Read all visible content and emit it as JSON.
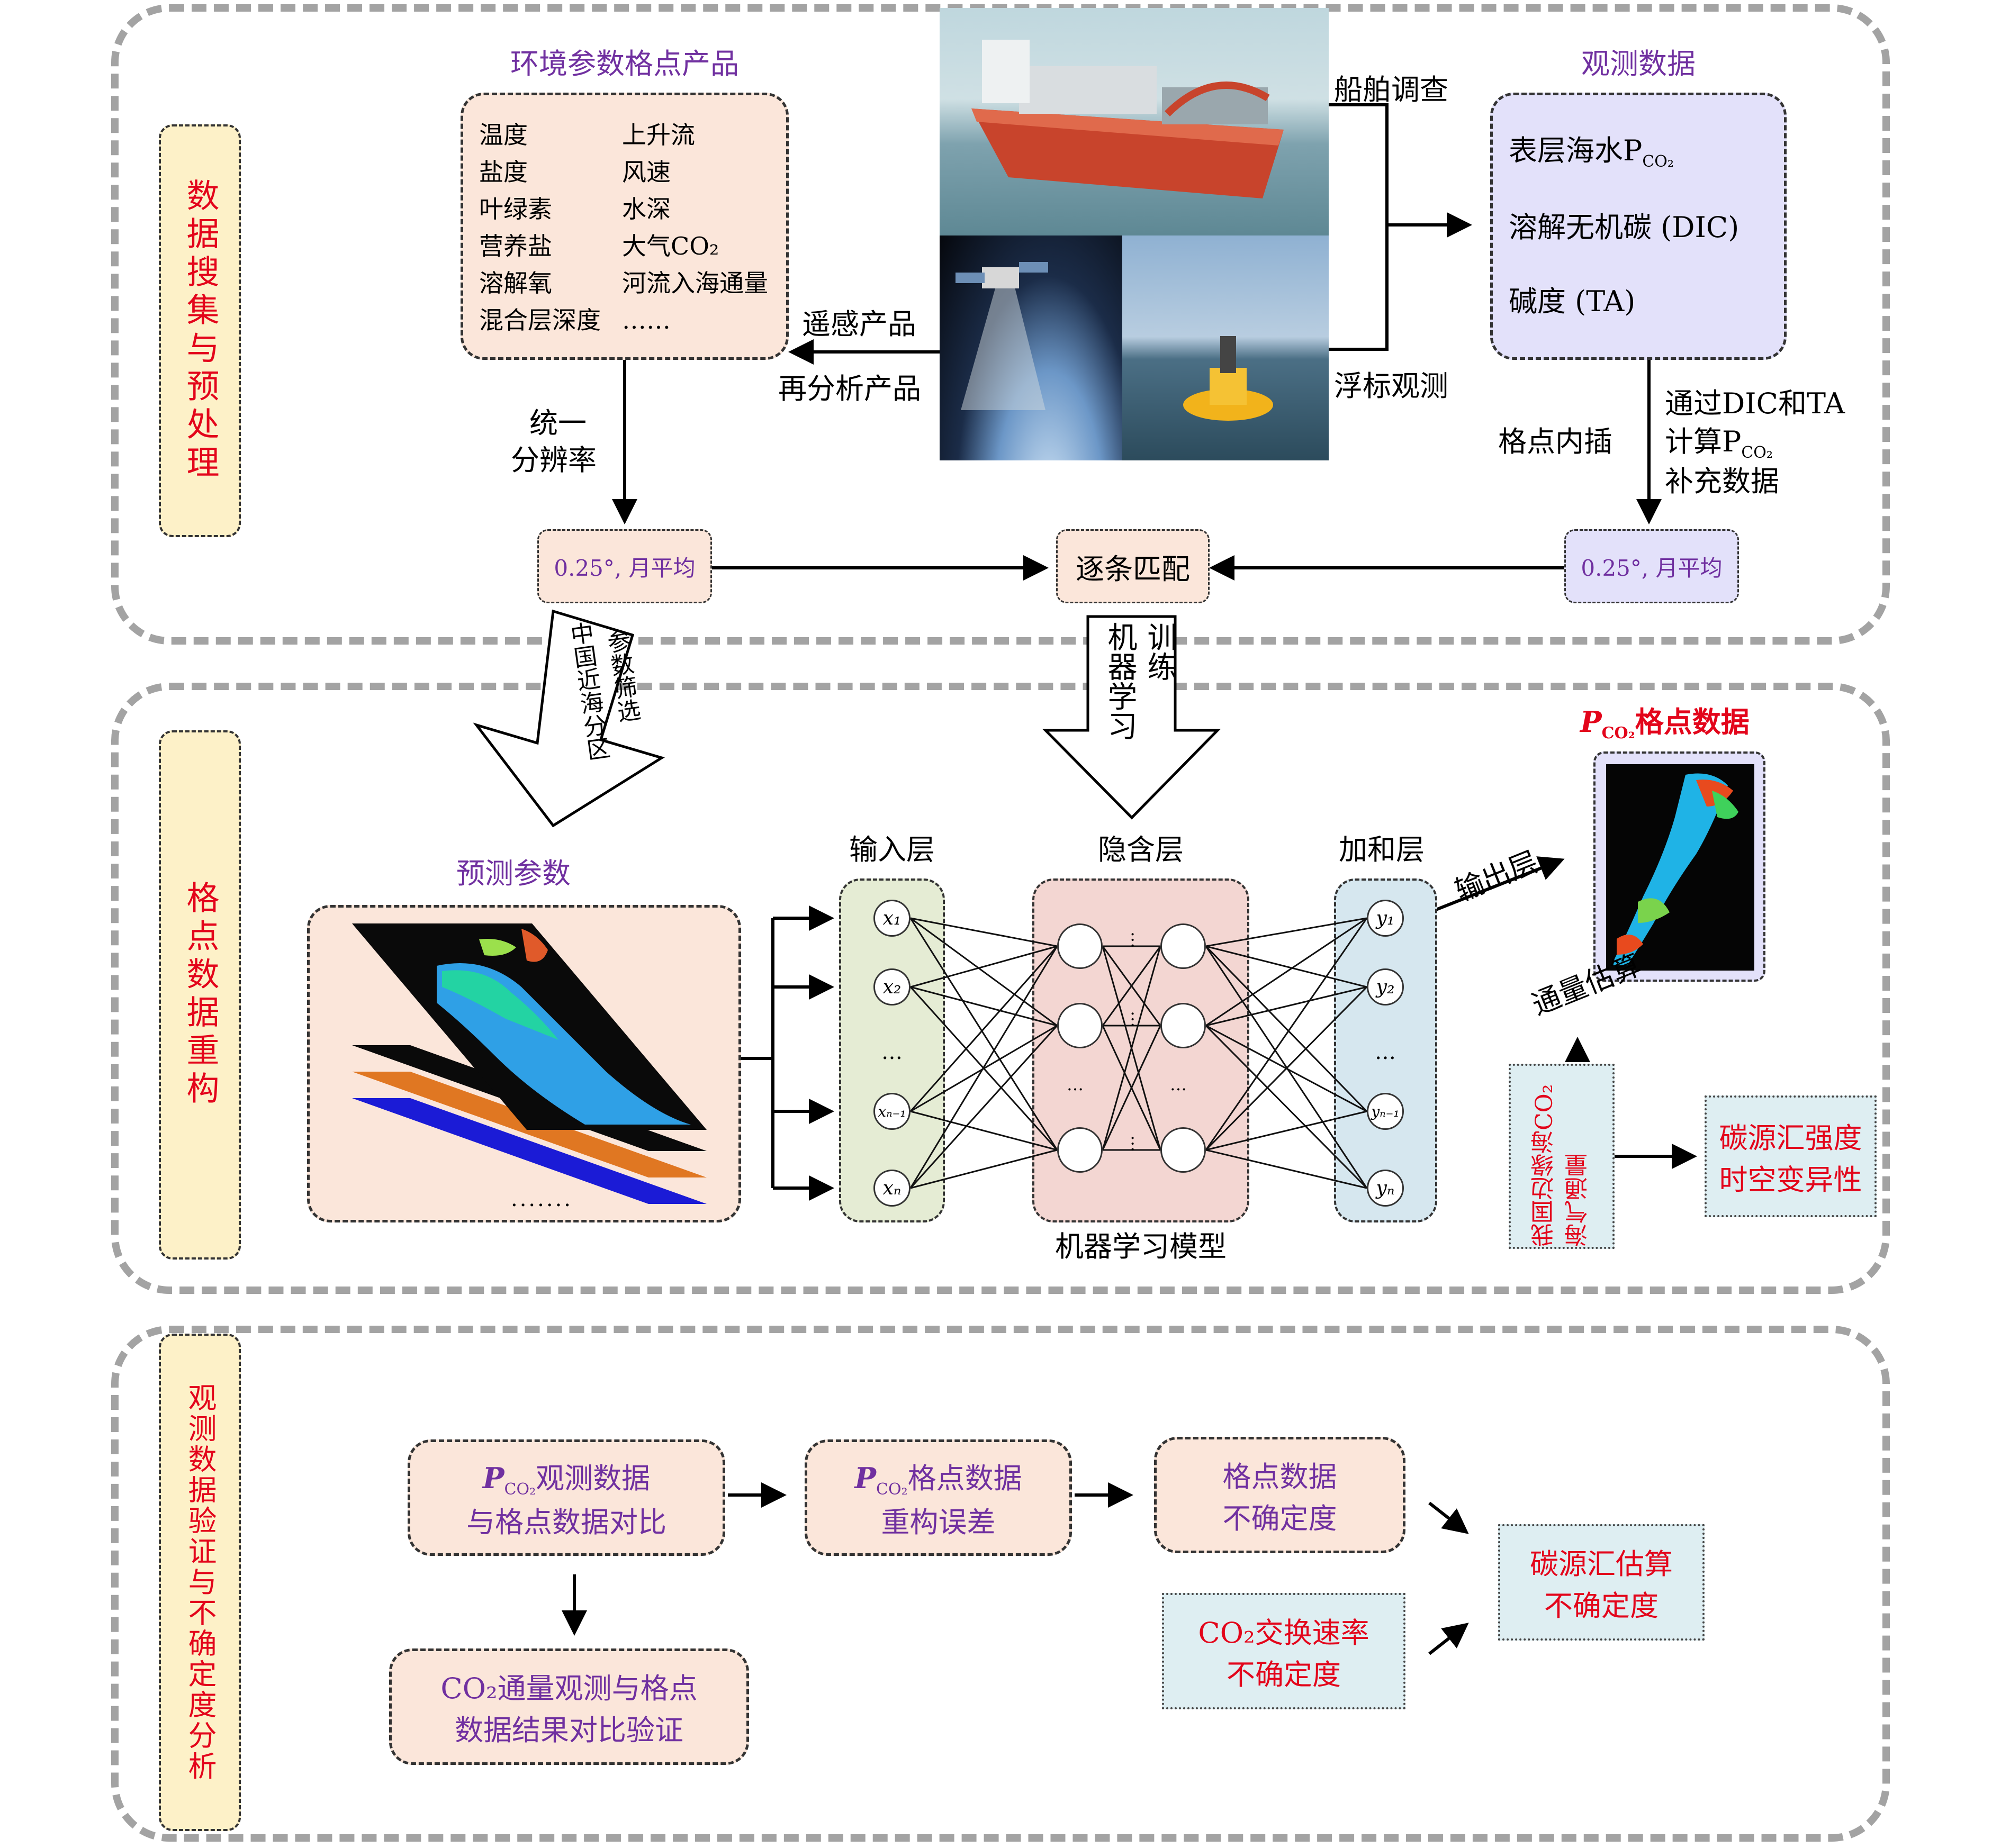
{
  "sections": [
    {
      "label": "数据搜集与预处理"
    },
    {
      "label": "格点数据重构"
    },
    {
      "label": "观测数据验证与不确定度分析"
    }
  ],
  "env_products": {
    "title": "环境参数格点产品",
    "col1": [
      "温度",
      "盐度",
      "叶绿素",
      "营养盐",
      "溶解氧",
      "混合层深度"
    ],
    "col2": [
      "上升流",
      "风速",
      "水深",
      "大气CO₂",
      "河流入海通量",
      "……"
    ]
  },
  "obs_data": {
    "title": "观测数据",
    "item1": "表层海水P",
    "item1_sub": "CO₂",
    "item2": "溶解无机碳 (DIC)",
    "item3": "碱度 (TA)"
  },
  "sources": {
    "ship": "船舶调查",
    "buoy": "浮标观测",
    "remote": "遥感产品",
    "reanalysis": "再分析产品"
  },
  "process": {
    "unify_1": "统一",
    "unify_2": "分辨率",
    "grid_interp": "格点内插",
    "calc_1": "通过DIC和TA",
    "calc_2": "计算P",
    "calc_2_sub": "CO₂",
    "calc_3": "补充数据",
    "left_res": "0.25°, 月平均",
    "right_res": "0.25°, 月平均",
    "match": "逐条匹配",
    "arrow_left_1": "中国近海分区",
    "arrow_left_2": "参数筛选",
    "arrow_mid_1": "机器学习",
    "arrow_mid_2": "训练"
  },
  "model": {
    "predict_title": "预测参数",
    "dots": "·······",
    "input_layer": "输入层",
    "hidden_layer": "隐含层",
    "sum_layer": "加和层",
    "output_layer": "输出层",
    "model_label": "机器学习模型",
    "inputs": [
      "x₁",
      "x₂",
      "…",
      "xₙ₋₁",
      "xₙ"
    ],
    "outputs": [
      "y₁",
      "y₂",
      "…",
      "yₙ₋₁",
      "yₙ"
    ],
    "grid_title_p": "P",
    "grid_title_sub": "CO₂",
    "grid_title": "格点数据",
    "flux_estimate": "通量估算",
    "flux_box": "我国边缘海CO₂海气通量",
    "sink_1": "碳源汇强度",
    "sink_2": "时空变异性"
  },
  "validation": {
    "b1_p": "P",
    "b1_sub": "CO₂",
    "b1_line1": "观测数据",
    "b1_line2": "与格点数据对比",
    "b2_p": "P",
    "b2_sub": "CO₂",
    "b2_line1": "格点数据",
    "b2_line2": "重构误差",
    "b3_line1": "格点数据",
    "b3_line2": "不确定度",
    "b4_line1": "CO₂通量观测与格点",
    "b4_line2": "数据结果对比验证",
    "b5_line1": "CO₂交换速率",
    "b5_line2": "不确定度",
    "b6_line1": "碳源汇估算",
    "b6_line2": "不确定度"
  },
  "colors": {
    "section_label": "#e3051b",
    "title_purple": "#7030a0",
    "pink_box": "#fbe6da",
    "purple_box": "#e3e1fa",
    "blue_box": "#deeef2",
    "sidebar": "#fdf1c8"
  }
}
